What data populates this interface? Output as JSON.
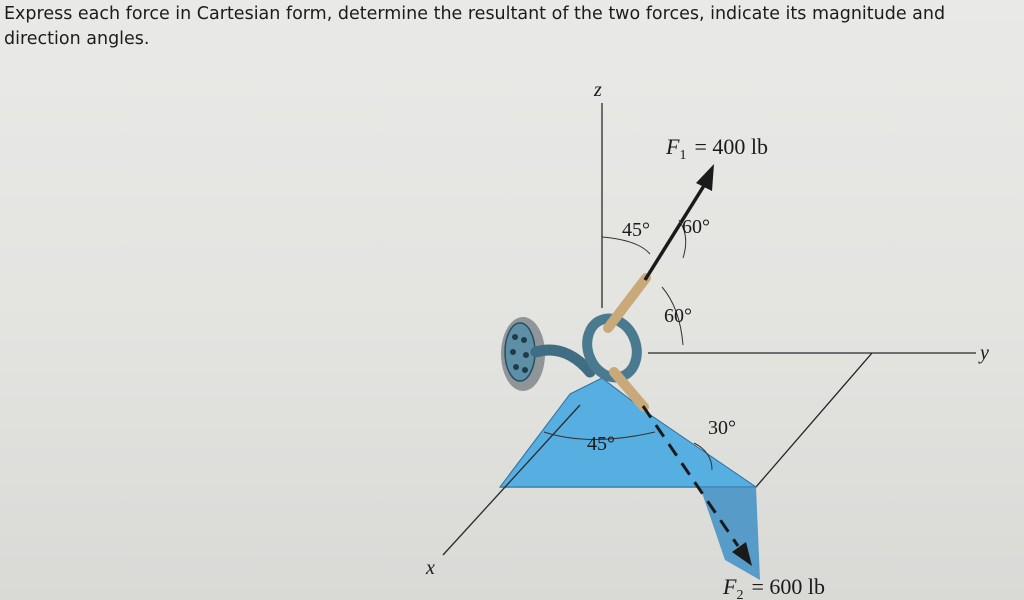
{
  "problem": {
    "text": "Express each force in Cartesian form, determine the resultant of the two forces, indicate its magnitude and direction angles."
  },
  "figure": {
    "axes": {
      "x": "x",
      "y": "y",
      "z": "z"
    },
    "forces": [
      {
        "symbol": "F",
        "subscript": "1",
        "value": "= 400 lb"
      },
      {
        "symbol": "F",
        "subscript": "2",
        "value": "= 600 lb"
      }
    ],
    "angles": {
      "f1_from_z": "45°",
      "f1_upper": "60°",
      "f1_lower": "60°",
      "f2_plane": "45°",
      "f2_down": "30°"
    },
    "colors": {
      "plane_fill": "#57aee0",
      "plane_shade": "#3f8fc6",
      "hook": "#4a7a90",
      "arrow": "#1a1a1a"
    }
  }
}
